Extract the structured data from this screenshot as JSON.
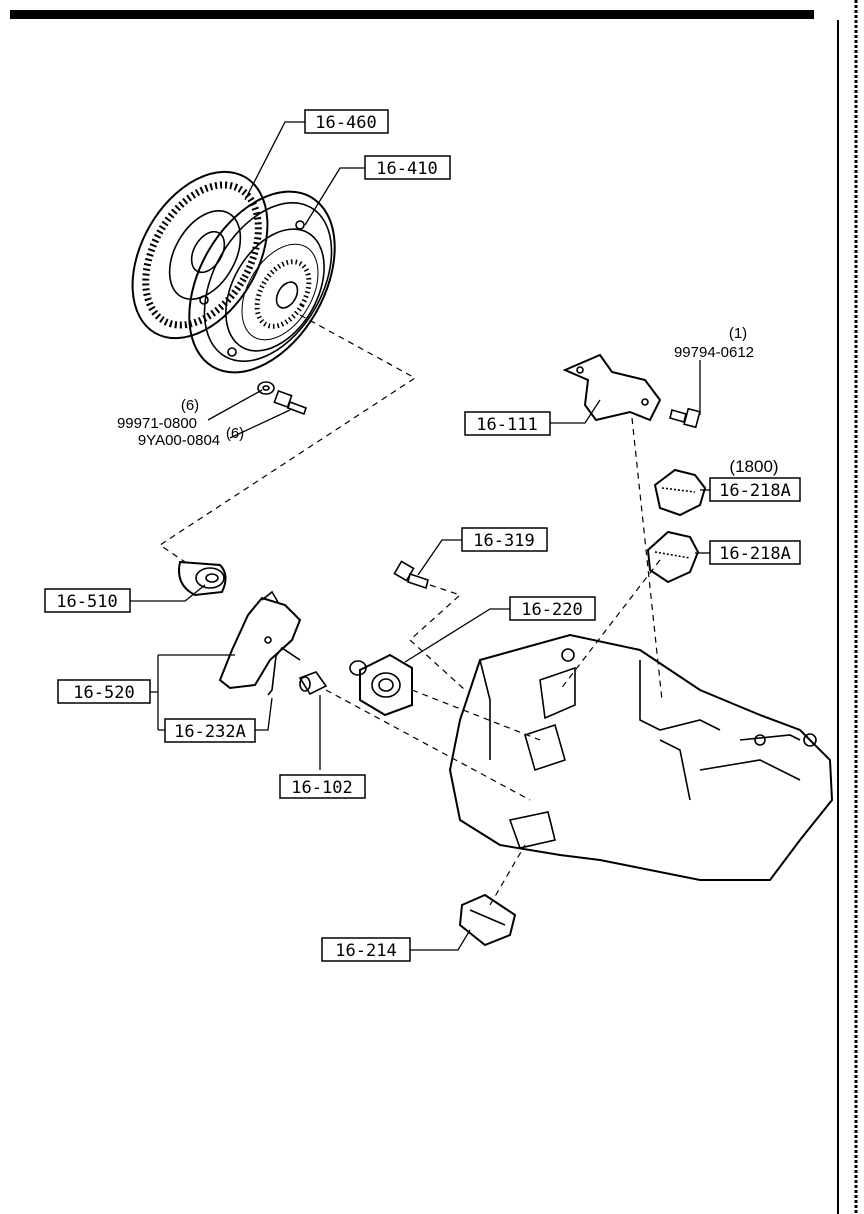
{
  "diagram": {
    "callouts": {
      "c16_460": "16-460",
      "c16_410": "16-410",
      "c16_111": "16-111",
      "c16_218a_top": "16-218A",
      "c16_218a_bot": "16-218A",
      "c16_319": "16-319",
      "c16_220": "16-220",
      "c16_510": "16-510",
      "c16_520": "16-520",
      "c16_232a": "16-232A",
      "c16_102": "16-102",
      "c16_214": "16-214"
    },
    "notes": {
      "qty_washer": "(6)",
      "washer_part": "99971-0800",
      "qty_bolt_clutch": "(6)",
      "bolt_clutch_part": "9YA00-0804",
      "qty_bolt_bracket": "(1)",
      "bolt_bracket_part": "99794-0612",
      "engine_variant": "(1800)"
    }
  }
}
